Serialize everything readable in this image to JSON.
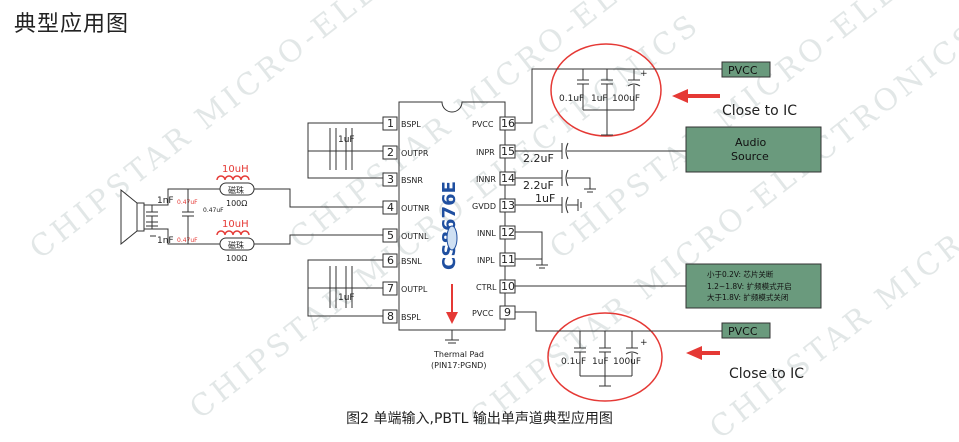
{
  "page": {
    "title": "典型应用图",
    "caption": "图2   单端输入,PBTL 输出单声道典型应用图",
    "watermark": "CHIPSTAR MICRO-ELECTRONICS"
  },
  "chip": {
    "name": "CS8676E",
    "left_pins": [
      {
        "num": "1",
        "name": "BSPL"
      },
      {
        "num": "2",
        "name": "OUTPR"
      },
      {
        "num": "3",
        "name": "BSNR"
      },
      {
        "num": "4",
        "name": "OUTNR"
      },
      {
        "num": "5",
        "name": "OUTNL"
      },
      {
        "num": "6",
        "name": "BSNL"
      },
      {
        "num": "7",
        "name": "OUTPL"
      },
      {
        "num": "8",
        "name": "BSPL"
      }
    ],
    "right_pins": [
      {
        "num": "16",
        "name": "PVCC"
      },
      {
        "num": "15",
        "name": "INPR"
      },
      {
        "num": "14",
        "name": "INNR"
      },
      {
        "num": "13",
        "name": "GVDD"
      },
      {
        "num": "12",
        "name": "INNL"
      },
      {
        "num": "11",
        "name": "INPL"
      },
      {
        "num": "10",
        "name": "CTRL"
      },
      {
        "num": "9",
        "name": "PVCC"
      }
    ],
    "thermal_pad": "Thermal Pad",
    "thermal_pad_pin": "(PIN17:PGND)"
  },
  "components": {
    "bs_cap": "1uF",
    "inductor": "10uH",
    "bead": "磁珠",
    "bead_impedance": "100Ω",
    "speaker_cap": "1nF",
    "small_cap": "0.47uF",
    "input_cap": "2.2uF",
    "gvdd_cap": "1uF",
    "supply_caps": [
      "0.1uF",
      "1uF",
      "100uF"
    ],
    "plus": "+"
  },
  "labels": {
    "pvcc": "PVCC",
    "close_to_ic": "Close to IC",
    "audio_source": [
      "Audio",
      "Source"
    ],
    "ctrl_notes": [
      "小于0.2V: 芯片关断",
      "1.2~1.8V: 扩频模式开启",
      "大于1.8V: 扩频模式关闭"
    ]
  },
  "colors": {
    "box_green": "#6a9a7d",
    "box_green_dark": "#4f7d60",
    "highlight_red": "#e53935",
    "wire": "#333333",
    "small_cap_label": "#e53935"
  }
}
